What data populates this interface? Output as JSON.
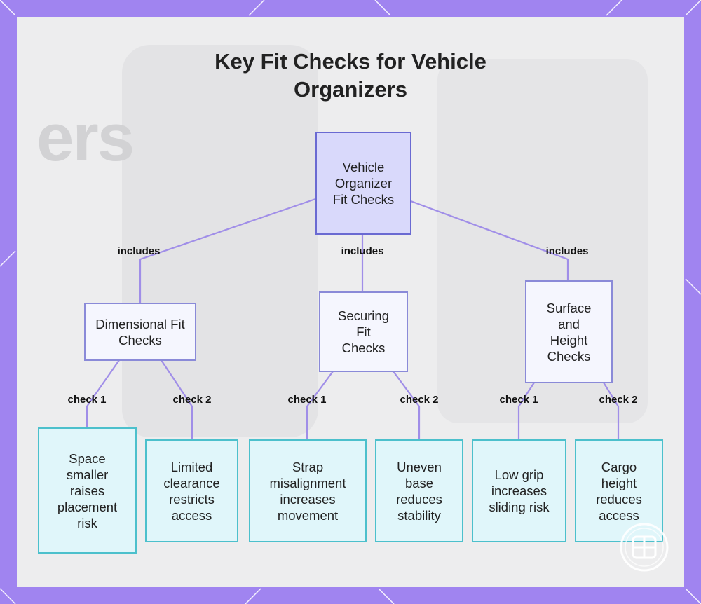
{
  "title": "Key Fit Checks for Vehicle Organizers",
  "nodes": {
    "root": "Vehicle Organizer Fit Checks",
    "dimensional": "Dimensional Fit Checks",
    "securing": "Securing Fit Checks",
    "surface": "Surface and Height Checks",
    "leaf_space": "Space smaller raises placement risk",
    "leaf_clearance": "Limited clearance restricts access",
    "leaf_strap": "Strap misalignment increases movement",
    "leaf_uneven": "Uneven base reduces stability",
    "leaf_grip": "Low grip increases sliding risk",
    "leaf_cargo": "Cargo height reduces access"
  },
  "edges": {
    "includes_1": "includes",
    "includes_2": "includes",
    "includes_3": "includes",
    "check_1a": "check 1",
    "check_2a": "check 2",
    "check_1b": "check 1",
    "check_2b": "check 2",
    "check_1c": "check 1",
    "check_2c": "check 2"
  },
  "colors": {
    "frame": "#a084f0",
    "connector": "#a08ee8",
    "root_fill": "#d9d9fb",
    "mid_fill": "#f5f6fe",
    "leaf_fill": "#e0f6fa",
    "leaf_border": "#4cc0cc"
  }
}
